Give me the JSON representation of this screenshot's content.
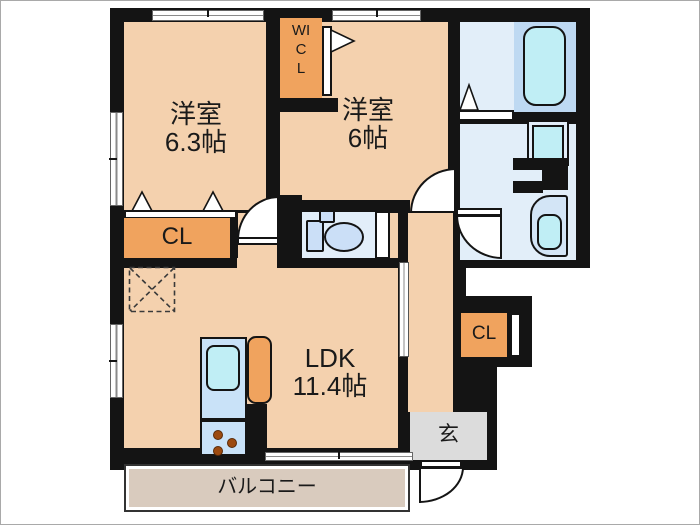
{
  "rooms": {
    "western1": {
      "label": "洋室",
      "size": "6.3帖"
    },
    "western2": {
      "label": "洋室",
      "size": "6帖"
    },
    "ldk": {
      "label": "LDK",
      "size": "11.4帖"
    },
    "wicl_label": "WICL",
    "closet1_label": "CL",
    "closet2_label": "CL",
    "entrance_label": "玄",
    "balcony_label": "バルコニー"
  },
  "colors": {
    "wall": "#141414",
    "room_floor": "#f4d1ae",
    "closet": "#f0a35e",
    "wet_floor": "#e2eef9",
    "fixture_cyan": "#c0eef5",
    "tub_surround": "#bed9f2",
    "kitchen_counter": "#c9e2f8",
    "balcony": "#d9cbbe",
    "entrance": "#dcdcdc",
    "stove_dot": "#9c4a10",
    "toilet_fixture": "#cbdff7",
    "vanity_fill": "#d3e5f6"
  }
}
